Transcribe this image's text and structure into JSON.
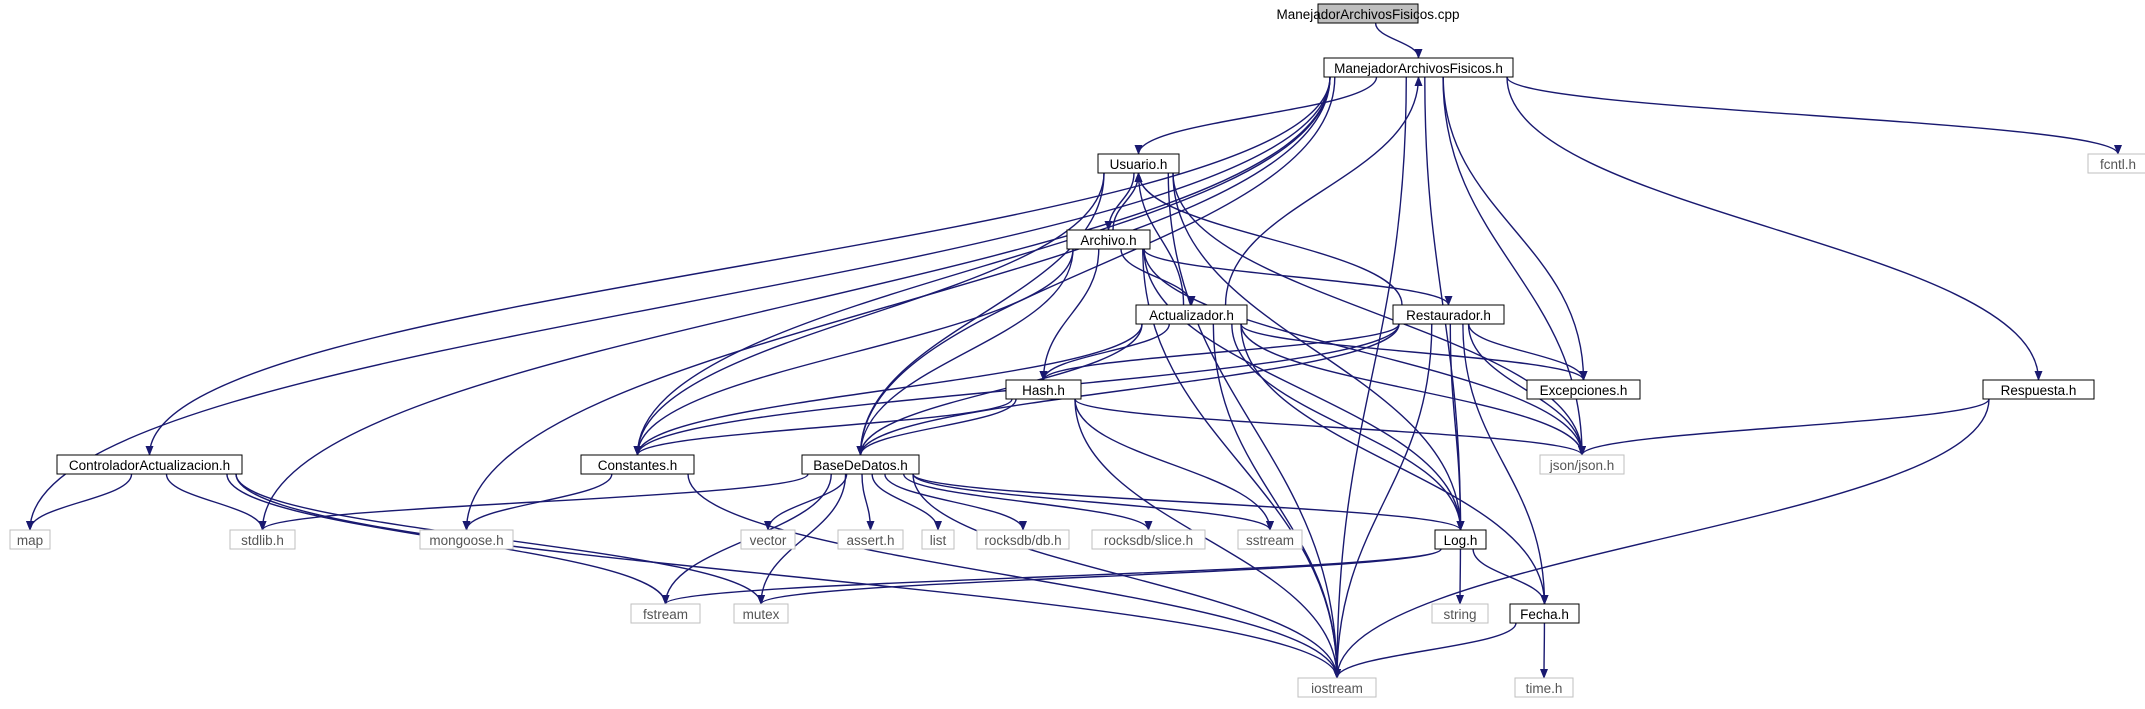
{
  "graph": {
    "colors": {
      "edge": "#191970",
      "root_fill": "#bfbfbf",
      "local_border": "#000000",
      "system_border": "#bfbfbf",
      "system_text": "#555555",
      "text": "#000000"
    },
    "nodes": [
      {
        "id": "root",
        "label": "ManejadorArchivosFisicos.cpp",
        "kind": "root"
      },
      {
        "id": "mafh",
        "label": "ManejadorArchivosFisicos.h",
        "kind": "local"
      },
      {
        "id": "usuario",
        "label": "Usuario.h",
        "kind": "local"
      },
      {
        "id": "fcntl",
        "label": "fcntl.h",
        "kind": "system"
      },
      {
        "id": "archivo",
        "label": "Archivo.h",
        "kind": "local"
      },
      {
        "id": "actualizador",
        "label": "Actualizador.h",
        "kind": "local"
      },
      {
        "id": "restaurador",
        "label": "Restaurador.h",
        "kind": "local"
      },
      {
        "id": "hash",
        "label": "Hash.h",
        "kind": "local"
      },
      {
        "id": "excepciones",
        "label": "Excepciones.h",
        "kind": "local"
      },
      {
        "id": "respuesta",
        "label": "Respuesta.h",
        "kind": "local"
      },
      {
        "id": "controlador",
        "label": "ControladorActualizacion.h",
        "kind": "local"
      },
      {
        "id": "constantes",
        "label": "Constantes.h",
        "kind": "local"
      },
      {
        "id": "basededatos",
        "label": "BaseDeDatos.h",
        "kind": "local"
      },
      {
        "id": "json",
        "label": "json/json.h",
        "kind": "system"
      },
      {
        "id": "map",
        "label": "map",
        "kind": "system"
      },
      {
        "id": "stdlib",
        "label": "stdlib.h",
        "kind": "system"
      },
      {
        "id": "mongoose",
        "label": "mongoose.h",
        "kind": "system"
      },
      {
        "id": "vector",
        "label": "vector",
        "kind": "system"
      },
      {
        "id": "assert",
        "label": "assert.h",
        "kind": "system"
      },
      {
        "id": "list",
        "label": "list",
        "kind": "system"
      },
      {
        "id": "rocksdb_db",
        "label": "rocksdb/db.h",
        "kind": "system"
      },
      {
        "id": "rocksdb_slice",
        "label": "rocksdb/slice.h",
        "kind": "system"
      },
      {
        "id": "sstream",
        "label": "sstream",
        "kind": "system"
      },
      {
        "id": "log",
        "label": "Log.h",
        "kind": "local"
      },
      {
        "id": "fstream",
        "label": "fstream",
        "kind": "system"
      },
      {
        "id": "mutex",
        "label": "mutex",
        "kind": "system"
      },
      {
        "id": "string",
        "label": "string",
        "kind": "system"
      },
      {
        "id": "fecha",
        "label": "Fecha.h",
        "kind": "local"
      },
      {
        "id": "iostream",
        "label": "iostream",
        "kind": "system"
      },
      {
        "id": "time",
        "label": "time.h",
        "kind": "system"
      }
    ],
    "edges": [
      [
        "root",
        "mafh"
      ],
      [
        "mafh",
        "usuario"
      ],
      [
        "mafh",
        "fcntl"
      ],
      [
        "mafh",
        "excepciones"
      ],
      [
        "mafh",
        "respuesta"
      ],
      [
        "mafh",
        "json"
      ],
      [
        "mafh",
        "log"
      ],
      [
        "mafh",
        "iostream"
      ],
      [
        "mafh",
        "controlador"
      ],
      [
        "mafh",
        "constantes"
      ],
      [
        "mafh",
        "basededatos"
      ],
      [
        "mafh",
        "map"
      ],
      [
        "mafh",
        "stdlib"
      ],
      [
        "mafh",
        "mongoose"
      ],
      [
        "usuario",
        "archivo"
      ],
      [
        "usuario",
        "constantes"
      ],
      [
        "usuario",
        "basededatos"
      ],
      [
        "usuario",
        "json"
      ],
      [
        "usuario",
        "log"
      ],
      [
        "usuario",
        "iostream"
      ],
      [
        "archivo",
        "usuario"
      ],
      [
        "archivo",
        "actualizador"
      ],
      [
        "archivo",
        "restaurador"
      ],
      [
        "archivo",
        "hash"
      ],
      [
        "archivo",
        "constantes"
      ],
      [
        "archivo",
        "basededatos"
      ],
      [
        "archivo",
        "json"
      ],
      [
        "archivo",
        "log"
      ],
      [
        "archivo",
        "iostream"
      ],
      [
        "actualizador",
        "mafh"
      ],
      [
        "actualizador",
        "usuario"
      ],
      [
        "actualizador",
        "hash"
      ],
      [
        "actualizador",
        "excepciones"
      ],
      [
        "actualizador",
        "constantes"
      ],
      [
        "actualizador",
        "basededatos"
      ],
      [
        "actualizador",
        "json"
      ],
      [
        "actualizador",
        "log"
      ],
      [
        "actualizador",
        "fecha"
      ],
      [
        "actualizador",
        "iostream"
      ],
      [
        "restaurador",
        "usuario"
      ],
      [
        "restaurador",
        "hash"
      ],
      [
        "restaurador",
        "excepciones"
      ],
      [
        "restaurador",
        "constantes"
      ],
      [
        "restaurador",
        "basededatos"
      ],
      [
        "restaurador",
        "json"
      ],
      [
        "restaurador",
        "log"
      ],
      [
        "restaurador",
        "fecha"
      ],
      [
        "restaurador",
        "iostream"
      ],
      [
        "hash",
        "constantes"
      ],
      [
        "hash",
        "basededatos"
      ],
      [
        "hash",
        "json"
      ],
      [
        "hash",
        "sstream"
      ],
      [
        "hash",
        "iostream"
      ],
      [
        "respuesta",
        "json"
      ],
      [
        "respuesta",
        "iostream"
      ],
      [
        "controlador",
        "map"
      ],
      [
        "controlador",
        "stdlib"
      ],
      [
        "controlador",
        "mutex"
      ],
      [
        "controlador",
        "fstream"
      ],
      [
        "controlador",
        "iostream"
      ],
      [
        "constantes",
        "mongoose"
      ],
      [
        "constantes",
        "iostream"
      ],
      [
        "basededatos",
        "stdlib"
      ],
      [
        "basededatos",
        "vector"
      ],
      [
        "basededatos",
        "assert"
      ],
      [
        "basededatos",
        "list"
      ],
      [
        "basededatos",
        "rocksdb_db"
      ],
      [
        "basededatos",
        "rocksdb_slice"
      ],
      [
        "basededatos",
        "sstream"
      ],
      [
        "basededatos",
        "log"
      ],
      [
        "basededatos",
        "fstream"
      ],
      [
        "basededatos",
        "mutex"
      ],
      [
        "basededatos",
        "iostream"
      ],
      [
        "log",
        "fstream"
      ],
      [
        "log",
        "mutex"
      ],
      [
        "log",
        "string"
      ],
      [
        "log",
        "fecha"
      ],
      [
        "fecha",
        "iostream"
      ],
      [
        "fecha",
        "time"
      ]
    ]
  }
}
